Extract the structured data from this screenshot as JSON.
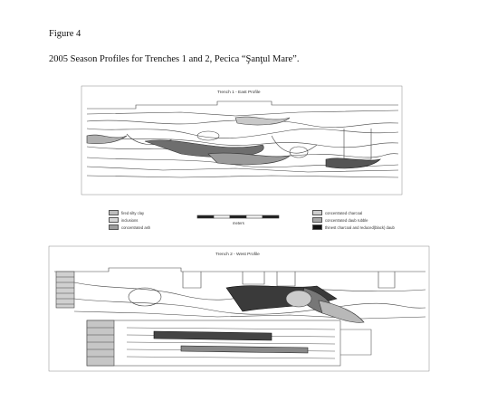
{
  "figure": {
    "label": "Figure 4",
    "caption": "2005 Season Profiles for Trenches 1 and 2, Pecica “Şanţul Mare”."
  },
  "trench1": {
    "title": "Trench 1 - East Profile"
  },
  "trench2": {
    "title": "Trench 2 - West Profile"
  },
  "scale": {
    "label": "meters"
  },
  "legend": {
    "left": [
      {
        "label": "fired silty clay",
        "color": "#bdbdbd"
      },
      {
        "label": "inclusions",
        "color": "#d6d6d6"
      },
      {
        "label": "concentrated ash",
        "color": "#9e9e9e"
      }
    ],
    "right": [
      {
        "label": "concentrated charcoal",
        "color": "#cfcfcf"
      },
      {
        "label": "concentrated daub rubble",
        "color": "#a8a8a8"
      },
      {
        "label": "thinest charcoal and reduced(black) daub",
        "color": "#111111"
      }
    ]
  }
}
